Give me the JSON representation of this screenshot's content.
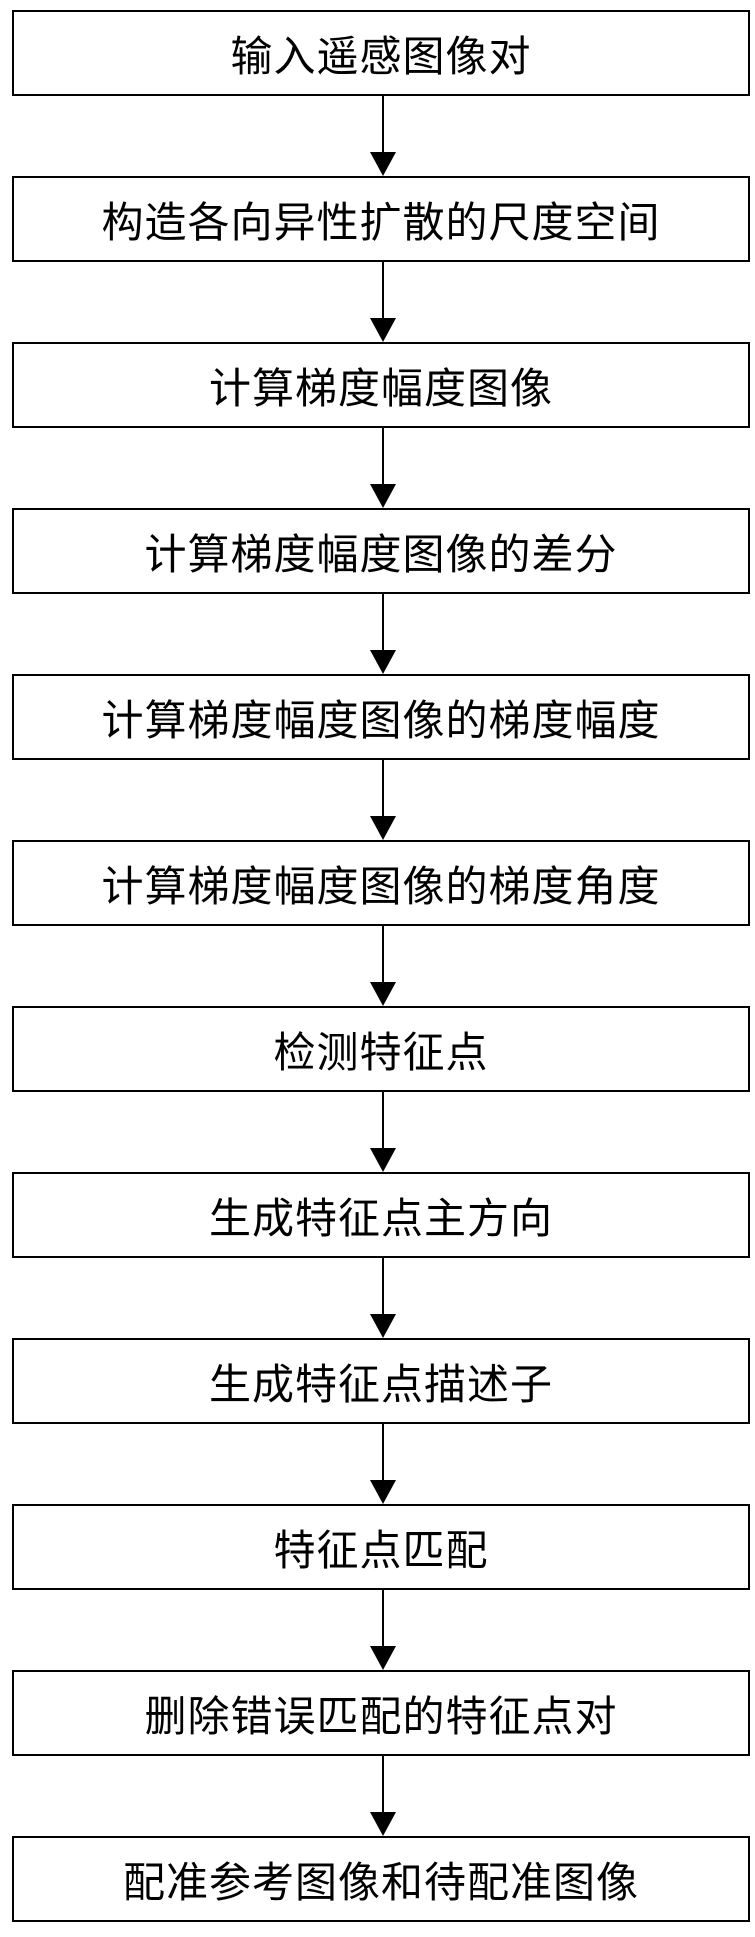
{
  "flowchart": {
    "steps": [
      "输入遥感图像对",
      "构造各向异性扩散的尺度空间",
      "计算梯度幅度图像",
      "计算梯度幅度图像的差分",
      "计算梯度幅度图像的梯度幅度",
      "计算梯度幅度图像的梯度角度",
      "检测特征点",
      "生成特征点主方向",
      "生成特征点描述子",
      "特征点匹配",
      "删除错误匹配的特征点对",
      "配准参考图像和待配准图像"
    ],
    "colors": {
      "stroke": "#000000",
      "fill": "#ffffff",
      "text": "#000000"
    }
  }
}
